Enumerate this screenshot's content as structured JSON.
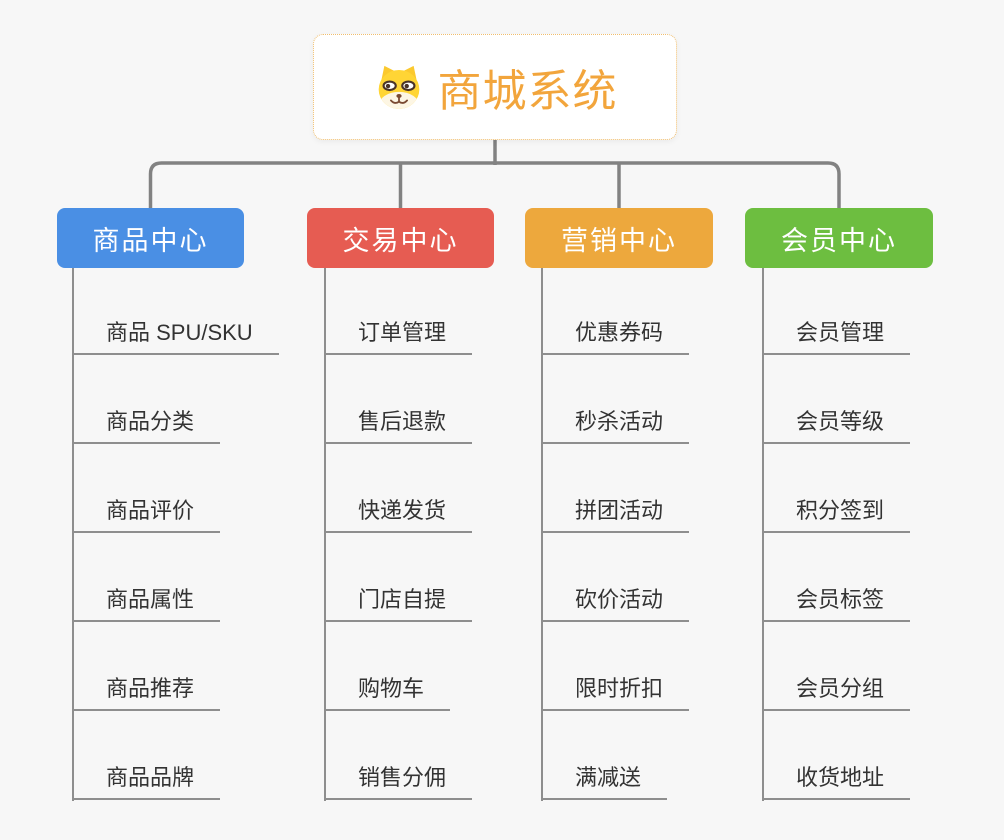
{
  "page": {
    "background_color": "#f7f7f7"
  },
  "root": {
    "title": "商城系统",
    "title_color": "#f2a53c",
    "border_color": "#f0be6e",
    "icon": "dog-face-icon"
  },
  "connectors": {
    "tree_line_color": "#828282",
    "leaf_line_color": "#8e8e8e"
  },
  "branches": [
    {
      "id": "product-center",
      "label": "商品中心",
      "color": "#4a8fe4",
      "items": [
        "商品 SPU/SKU",
        "商品分类",
        "商品评价",
        "商品属性",
        "商品推荐",
        "商品品牌"
      ]
    },
    {
      "id": "trade-center",
      "label": "交易中心",
      "color": "#e65c52",
      "items": [
        "订单管理",
        "售后退款",
        "快递发货",
        "门店自提",
        "购物车",
        "销售分佣"
      ]
    },
    {
      "id": "marketing-center",
      "label": "营销中心",
      "color": "#eda83d",
      "items": [
        "优惠券码",
        "秒杀活动",
        "拼团活动",
        "砍价活动",
        "限时折扣",
        "满减送"
      ]
    },
    {
      "id": "member-center",
      "label": "会员中心",
      "color": "#6dbe40",
      "items": [
        "会员管理",
        "会员等级",
        "积分签到",
        "会员标签",
        "会员分组",
        "收货地址"
      ]
    }
  ]
}
